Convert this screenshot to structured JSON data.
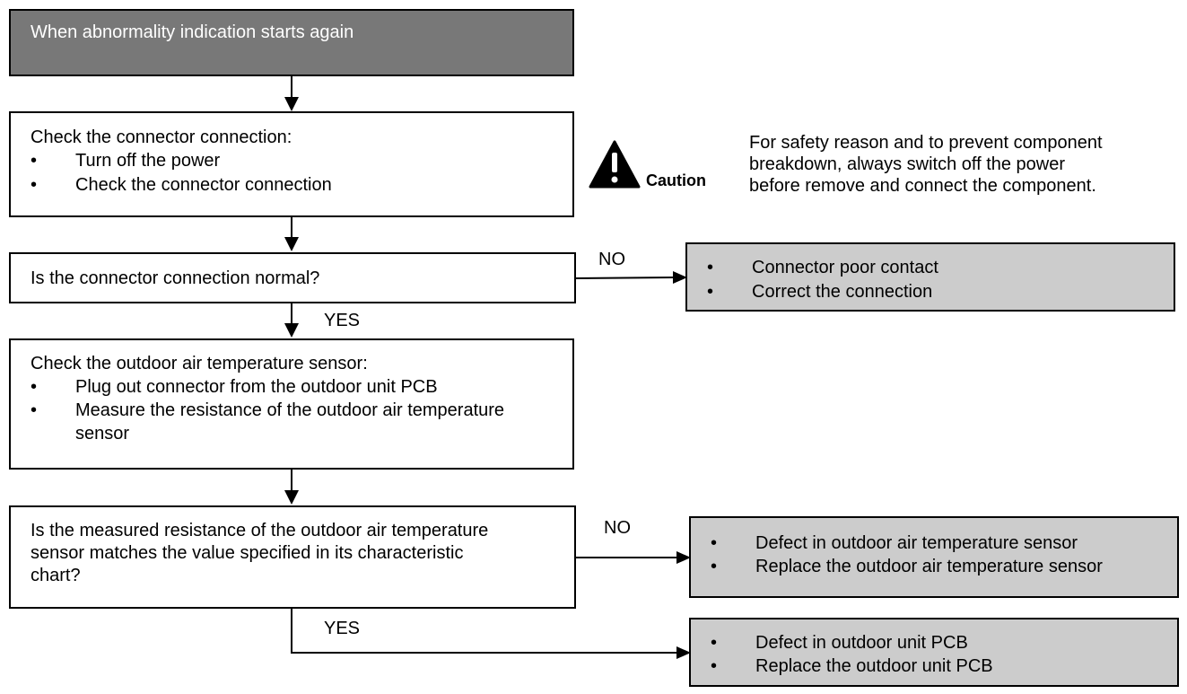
{
  "start": {
    "text": "When abnormality indication starts again"
  },
  "step1": {
    "title": "Check the connector connection:",
    "bullets": [
      "Turn off the power",
      "Check the connector connection"
    ]
  },
  "caution": {
    "label": "Caution",
    "note_lines": [
      "For safety reason and to prevent component",
      "breakdown, always switch off the power",
      "before remove and connect the component."
    ]
  },
  "decision1": {
    "text": "Is the connector connection normal?",
    "no_label": "NO",
    "yes_label": "YES"
  },
  "result1": {
    "bullets": [
      "Connector poor contact",
      "Correct the connection"
    ]
  },
  "step2": {
    "title": "Check the outdoor air temperature sensor:",
    "bullets": [
      "Plug out connector from the outdoor unit PCB",
      "Measure the resistance of the outdoor air temperature"
    ],
    "bullet2_cont": "sensor"
  },
  "decision2": {
    "lines": [
      "Is the measured resistance of the outdoor air temperature",
      "sensor matches the value specified in its characteristic",
      "chart?"
    ],
    "no_label": "NO",
    "yes_label": "YES"
  },
  "result2": {
    "bullets": [
      "Defect in outdoor air temperature sensor",
      "Replace the outdoor air temperature sensor"
    ]
  },
  "result3": {
    "bullets": [
      "Defect in outdoor unit PCB",
      "Replace the outdoor unit PCB"
    ]
  },
  "bullet_char": "•"
}
